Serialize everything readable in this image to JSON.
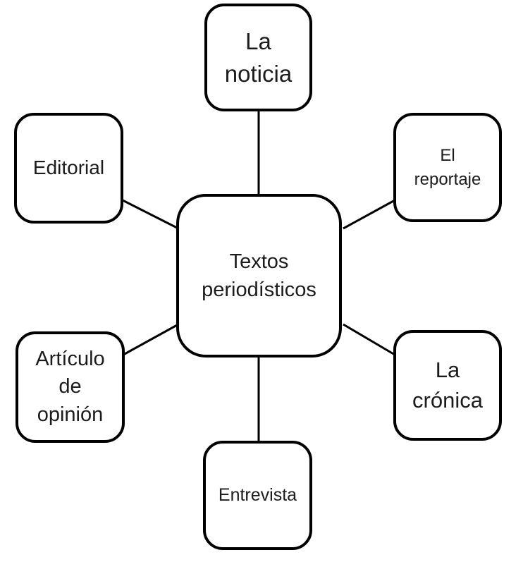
{
  "diagram": {
    "title": "Textos periodísticos concept map",
    "colors": {
      "border": "#000000",
      "background": "#ffffff",
      "text": "#1c1c1c"
    },
    "center": {
      "id": "textos-periodisticos",
      "label": "Textos\nperiodísticos"
    },
    "nodes": [
      {
        "id": "la-noticia",
        "label": "La\nnoticia",
        "position": "top"
      },
      {
        "id": "el-reportaje",
        "label": "El\nreportaje",
        "position": "top-right"
      },
      {
        "id": "la-cronica",
        "label": "La\ncrónica",
        "position": "bottom-right"
      },
      {
        "id": "entrevista",
        "label": "Entrevista",
        "position": "bottom"
      },
      {
        "id": "articulo-de-opinion",
        "label": "Artículo\nde\nopinión",
        "position": "bottom-left"
      },
      {
        "id": "editorial",
        "label": "Editorial",
        "position": "top-left"
      }
    ],
    "connections": [
      {
        "from": "textos-periodisticos",
        "to": "la-noticia"
      },
      {
        "from": "textos-periodisticos",
        "to": "el-reportaje"
      },
      {
        "from": "textos-periodisticos",
        "to": "la-cronica"
      },
      {
        "from": "textos-periodisticos",
        "to": "entrevista"
      },
      {
        "from": "textos-periodisticos",
        "to": "articulo-de-opinion"
      },
      {
        "from": "textos-periodisticos",
        "to": "editorial"
      }
    ]
  }
}
